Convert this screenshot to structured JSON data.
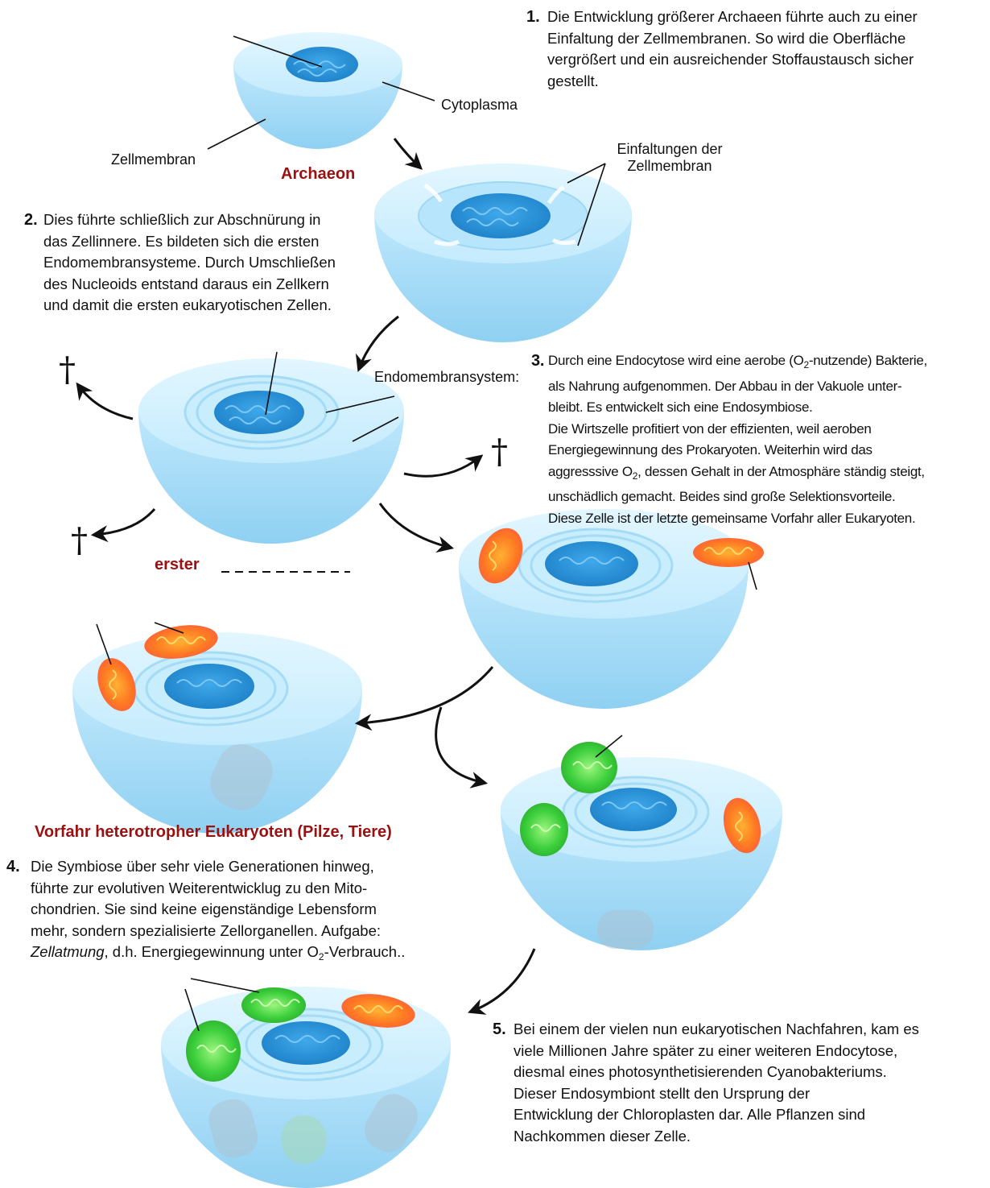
{
  "palette": {
    "cell_light": "#d6f2ff",
    "cell_mid": "#b3e4fb",
    "cell_dark": "#8fd0f2",
    "nucleus": "#2f9be0",
    "nucleus_dark": "#1a78c0",
    "mito": "#ff6a22",
    "mito_inner": "#ff9b2e",
    "chloro": "#3ccf3c",
    "chloro_inner": "#a8ff8a",
    "accent_red": "#9b1010"
  },
  "labels": {
    "zellmembran": "Zellmembran",
    "cytoplasma": "Cytoplasma",
    "archaeon": "Archaeon",
    "einfaltungen_1": "Einfaltungen der",
    "einfaltungen_2": "Zellmembran",
    "endomembransystem": "Endomembransystem:",
    "erster": "erster",
    "vorfahr": "Vorfahr heterotropher Eukaryoten (Pilze, Tiere)",
    "dagger": "†"
  },
  "steps": {
    "s1": {
      "num": "1.",
      "lines": [
        "Die Entwicklung größerer Archaeen führte auch zu einer",
        "Einfaltung der Zellmembranen. So wird die Oberfläche",
        "vergrößert und ein ausreichender Stoffaustausch sicher",
        "gestellt."
      ]
    },
    "s2": {
      "num": "2.",
      "lines": [
        "Dies führte schließlich zur Abschnürung in",
        "das Zellinnere. Es bildeten sich die ersten",
        "Endomembransysteme. Durch Umschließen",
        "des Nucleoids entstand daraus ein Zellkern",
        "und damit die ersten eukaryotischen Zellen."
      ]
    },
    "s3": {
      "num": "3.",
      "l1a": "Durch eine Endocytose wird eine aerobe (O",
      "l1sub": "2",
      "l1b": "-nutzende) Bakterie,",
      "l2": "als Nahrung  aufgenommen. Der Abbau in der Vakuole unter-",
      "l3": "bleibt. Es entwickelt sich eine Endosymbiose.",
      "l4": "Die Wirtszelle profitiert von der effizienten, weil aeroben",
      "l5": "Energiegewinnung des Prokaryoten. Weiterhin wird das",
      "l6a": "aggresssive O",
      "l6sub": "2",
      "l6b": ", dessen Gehalt in der Atmosphäre ständig steigt,",
      "l7": "unschädlich gemacht. Beides sind große Selektionsvorteile.",
      "l8": "Diese Zelle ist der letzte gemeinsame Vorfahr aller Eukaryoten."
    },
    "s4": {
      "num": "4.",
      "l1": "Die Symbiose über sehr viele Generationen hinweg,",
      "l2": "führte zur evolutiven Weiterentwicklug zu den Mito-",
      "l3": "chondrien. Sie sind keine eigenständige Lebensform",
      "l4": "mehr, sondern spezialisierte Zellorganellen. Aufgabe:",
      "l5a": "Zellatmung",
      "l5b": ", d.h. Energiegewinnung unter O",
      "l5sub": "2",
      "l5c": "-Verbrauch.."
    },
    "s5": {
      "num": "5.",
      "lines": [
        "Bei einem der vielen nun eukaryotischen Nachfahren, kam es",
        "viele Millionen Jahre später zu einer weiteren Endocytose,",
        "diesmal eines photosynthetisierenden Cyanobakteriums.",
        "Dieser Endosymbiont stellt den Ursprung der",
        "Entwicklung der Chloroplasten dar. Alle Pflanzen sind",
        "Nachkommen dieser Zelle."
      ]
    }
  }
}
